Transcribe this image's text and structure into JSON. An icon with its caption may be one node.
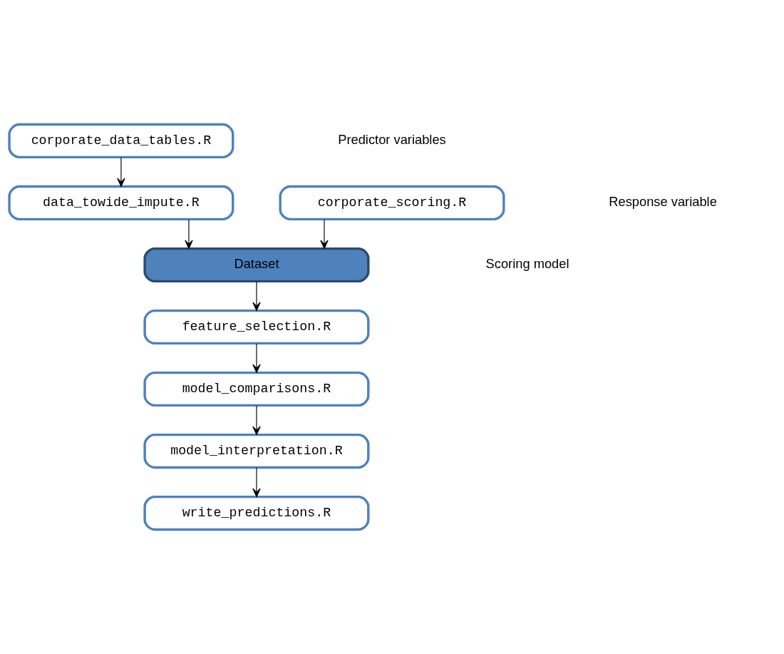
{
  "diagram": {
    "nodes": [
      {
        "text": [
          "corporate_data_tables.R"
        ]
      },
      {
        "text": [
          "corporate_scoring.R"
        ]
      },
      {
        "text": [
          "data_towide_impute.R"
        ]
      },
      {
        "text": [
          "Dataset"
        ]
      },
      {
        "text": [
          "feature_selection.R"
        ]
      },
      {
        "text": [
          "model_comparisons.R"
        ]
      },
      {
        "text": [
          "model_interpretation.R"
        ]
      },
      {
        "text": [
          "write_predictions.R"
        ]
      }
    ],
    "edges": [
      {
        "from": 0,
        "to": 2,
        "arrow": "to"
      },
      {
        "from": 2,
        "to": 3,
        "arrow": "to"
      },
      {
        "from": 1,
        "to": 3,
        "arrow": "to"
      },
      {
        "from": 3,
        "to": 4,
        "arrow": "to"
      },
      {
        "from": 4,
        "to": 5,
        "arrow": "to"
      },
      {
        "from": 5,
        "to": 6,
        "arrow": "to"
      },
      {
        "from": 6,
        "to": 7,
        "arrow": "to"
      }
    ],
    "labels": [
      "Predictor variables",
      "Response variable",
      "Scoring model"
    ]
  }
}
